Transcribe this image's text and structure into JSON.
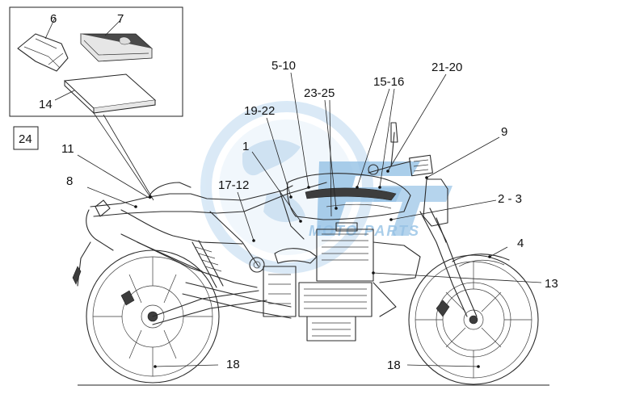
{
  "diagram": {
    "callouts": {
      "c6": "6",
      "c7": "7",
      "c14": "14",
      "c24": "24",
      "c11": "11",
      "c8": "8",
      "c5_10": "5-10",
      "c19_22": "19-22",
      "c1": "1",
      "c17_12": "17-12",
      "c23_25": "23-25",
      "c15_16": "15-16",
      "c21_20": "21-20",
      "c9": "9",
      "c2_3": "2 - 3",
      "c4": "4",
      "c13": "13",
      "c18_rear": "18",
      "c18_front": "18"
    }
  },
  "watermark": {
    "text": "MOTO PARTS",
    "color": "#3f8fd0"
  },
  "colors": {
    "line": "#2b2b2b",
    "background": "#ffffff",
    "watermark": "#3f8fd0"
  }
}
